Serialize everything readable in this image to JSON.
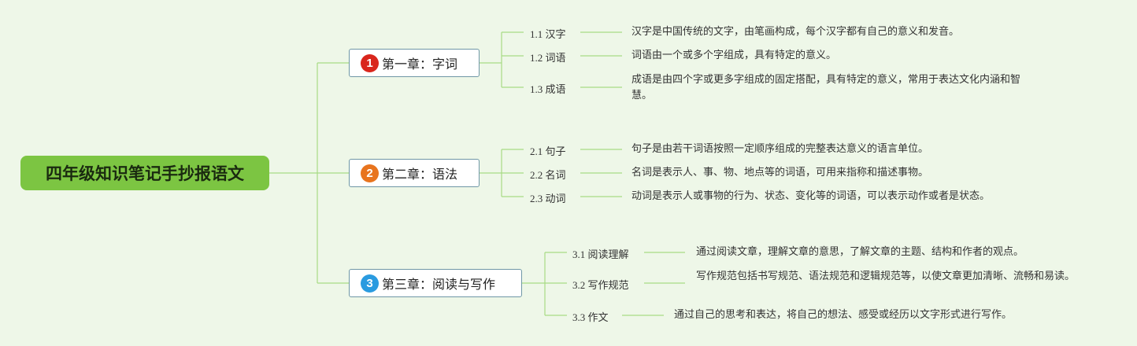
{
  "root": {
    "title": "四年级知识笔记手抄报语文"
  },
  "colors": {
    "root_fill": "#7cc542",
    "line": "#a8db84",
    "badge1": "#d9261c",
    "badge2": "#e8741e",
    "badge3": "#2a9be0"
  },
  "branches": [
    {
      "number": "1",
      "title": "第一章：字词",
      "leaves": [
        {
          "label": "1.1 汉字",
          "desc": "汉字是中国传统的文字，由笔画构成，每个汉字都有自己的意义和发音。"
        },
        {
          "label": "1.2 词语",
          "desc": "词语由一个或多个字组成，具有特定的意义。"
        },
        {
          "label": "1.3 成语",
          "desc": "成语是由四个字或更多字组成的固定搭配，具有特定的意义，常用于表达文化内涵和智慧。"
        }
      ]
    },
    {
      "number": "2",
      "title": "第二章：语法",
      "leaves": [
        {
          "label": "2.1 句子",
          "desc": "句子是由若干词语按照一定顺序组成的完整表达意义的语言单位。"
        },
        {
          "label": "2.2 名词",
          "desc": "名词是表示人、事、物、地点等的词语，可用来指称和描述事物。"
        },
        {
          "label": "2.3 动词",
          "desc": "动词是表示人或事物的行为、状态、变化等的词语，可以表示动作或者是状态。"
        }
      ]
    },
    {
      "number": "3",
      "title": "第三章：阅读与写作",
      "leaves": [
        {
          "label": "3.1 阅读理解",
          "desc": "通过阅读文章，理解文章的意思，了解文章的主题、结构和作者的观点。"
        },
        {
          "label": "3.2 写作规范",
          "desc": "写作规范包括书写规范、语法规范和逻辑规范等，以使文章更加清晰、流畅和易读。"
        },
        {
          "label": "3.3 作文",
          "desc": "通过自己的思考和表达，将自己的想法、感受或经历以文字形式进行写作。"
        }
      ]
    }
  ]
}
